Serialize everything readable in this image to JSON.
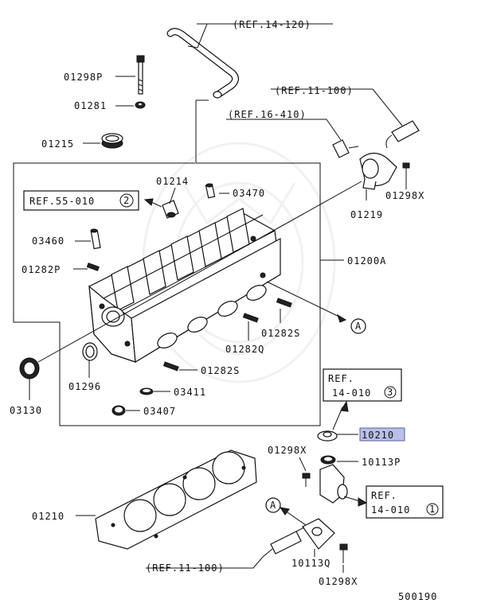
{
  "refs": {
    "ref_14_120": "(REF.14-120)",
    "ref_11_100_top": "(REF.11-100)",
    "ref_16_410": "(REF.16-410)",
    "ref_55_010": "REF.55-010",
    "ref_55_010_num": "2",
    "ref_14_010_a_line1": "REF.",
    "ref_14_010_a_line2": "14-010",
    "ref_14_010_a_num": "3",
    "ref_14_010_b_line1": "REF.",
    "ref_14_010_b_line2": "14-010",
    "ref_14_010_b_num": "1",
    "ref_11_100_bottom": "(REF.11-100)"
  },
  "parts": {
    "p01298P": "01298P",
    "p01281": "01281",
    "p01215": "01215",
    "p01214": "01214",
    "p03470": "03470",
    "p03460": "03460",
    "p01282P": "01282P",
    "p01200A": "01200A",
    "p01219": "01219",
    "p01298X_top": "01298X",
    "p01282S_a": "01282S",
    "p01282Q": "01282Q",
    "p01282S_b": "01282S",
    "p01296": "01296",
    "p03411": "03411",
    "p03407": "03407",
    "p03130": "03130",
    "p10210": "10210",
    "p01298X_mid": "01298X",
    "p10113P": "10113P",
    "p01210": "01210",
    "p10113Q": "10113Q",
    "p01298X_bottom": "01298X"
  },
  "markers": {
    "a_right": "A",
    "a_left": "A"
  },
  "footer": {
    "diagram_number": "500190"
  },
  "colors": {
    "highlight": "#b9bfe6",
    "line": "#111111"
  }
}
